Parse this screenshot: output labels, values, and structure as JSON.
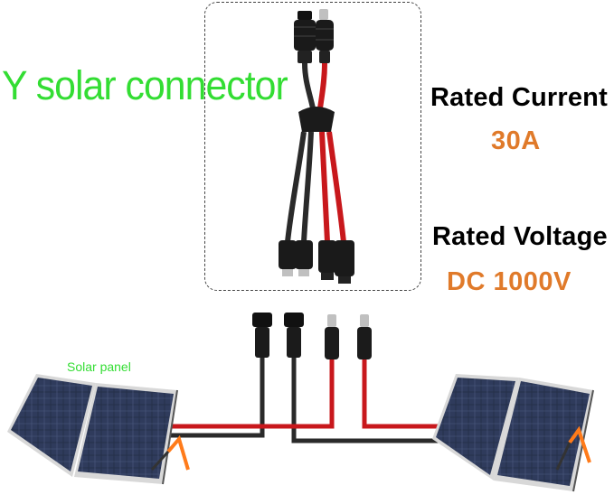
{
  "title": "Y solar connector",
  "specs": {
    "current_label": "Rated Current",
    "current_value": "30A",
    "voltage_label": "Rated Voltage",
    "voltage_value": "DC 1000V"
  },
  "panel_label": "Solar panel",
  "colors": {
    "title": "#33dd33",
    "value": "#e07a2a",
    "wire_red": "#c8181c",
    "wire_black": "#2a2a2a",
    "panel_cell": "#27314a"
  }
}
